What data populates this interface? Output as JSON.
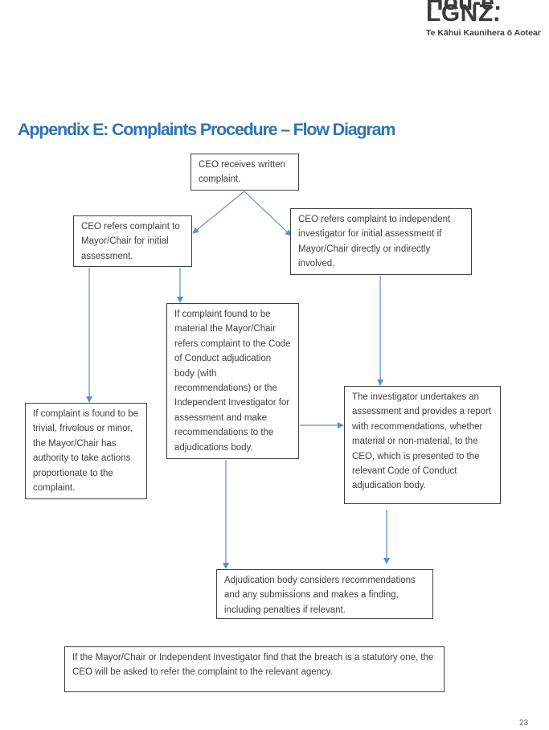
{
  "logo": {
    "cut_text": "Hou-e.",
    "main_text": "LGNZ.",
    "subtitle": "Te Kāhui Kaunihera ō Aotear"
  },
  "title": "Appendix E:  Complaints Procedure – Flow Diagram",
  "flow": {
    "boxes": {
      "ceo_receives": "CEO receives written complaint.",
      "mayor_assessment": "CEO refers complaint to Mayor/Chair for initial assessment.",
      "independent_assessment": "CEO refers complaint to independent investigator for initial assessment if Mayor/Chair directly or indirectly involved.",
      "material_referral": "If complaint found to be material the Mayor/Chair refers complaint to the Code of Conduct adjudication body (with recommendations) or the Independent Investigator for assessment and make recommendations to the adjudications body.",
      "trivial_outcome": "If complaint is found to be trivial, frivolous or minor, the Mayor/Chair has authority to take actions proportionate to the complaint.",
      "investigator_report": "The investigator undertakes an assessment and provides a report with recommendations, whether material or non-material, to the CEO, which is presented to the relevant Code of Conduct adjudication body.",
      "adjudication": "Adjudication body considers recommendations and any submissions and makes a finding, including penalties if relevant.",
      "statutory_note": "If the Mayor/Chair or Independent Investigator find that the breach is a statutory one, the CEO will be asked to refer the complaint to the relevant agency."
    },
    "arrow_color": "#5b8fd0"
  },
  "page_number": "23"
}
